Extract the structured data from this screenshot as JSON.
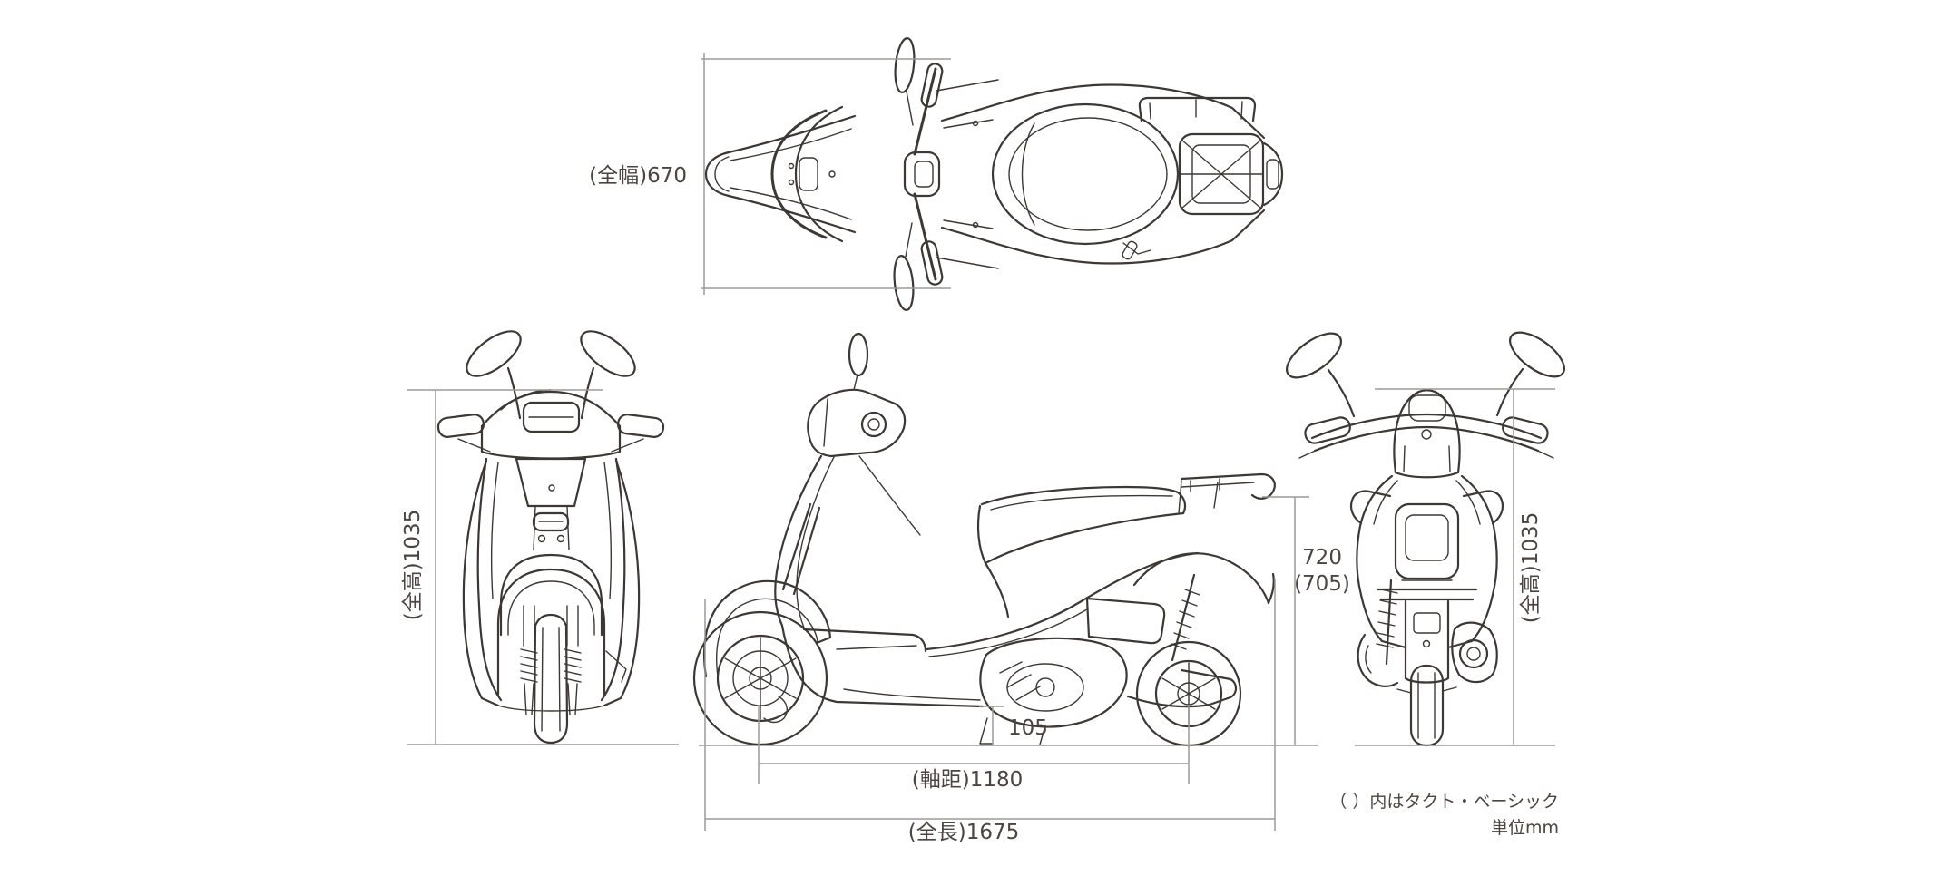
{
  "colors": {
    "background": "#ffffff",
    "drawing_line": "#3c3835",
    "dimension_line": "#9c9a98",
    "label_text": "#4b4440"
  },
  "diagram": {
    "subject": "scooter-four-view-dimension-drawing"
  },
  "labels": {
    "overall_width": "(全幅)670",
    "overall_height_front": "(全高)1035",
    "overall_height_rear": "(全高)1035",
    "seat_height": "720",
    "seat_height_basic": "(705)",
    "ground_clearance": "105",
    "wheelbase": "(軸距)1180",
    "overall_length": "(全長)1675",
    "note_basic": "（ ）内はタクト・ベーシック",
    "note_unit": "単位mm"
  }
}
